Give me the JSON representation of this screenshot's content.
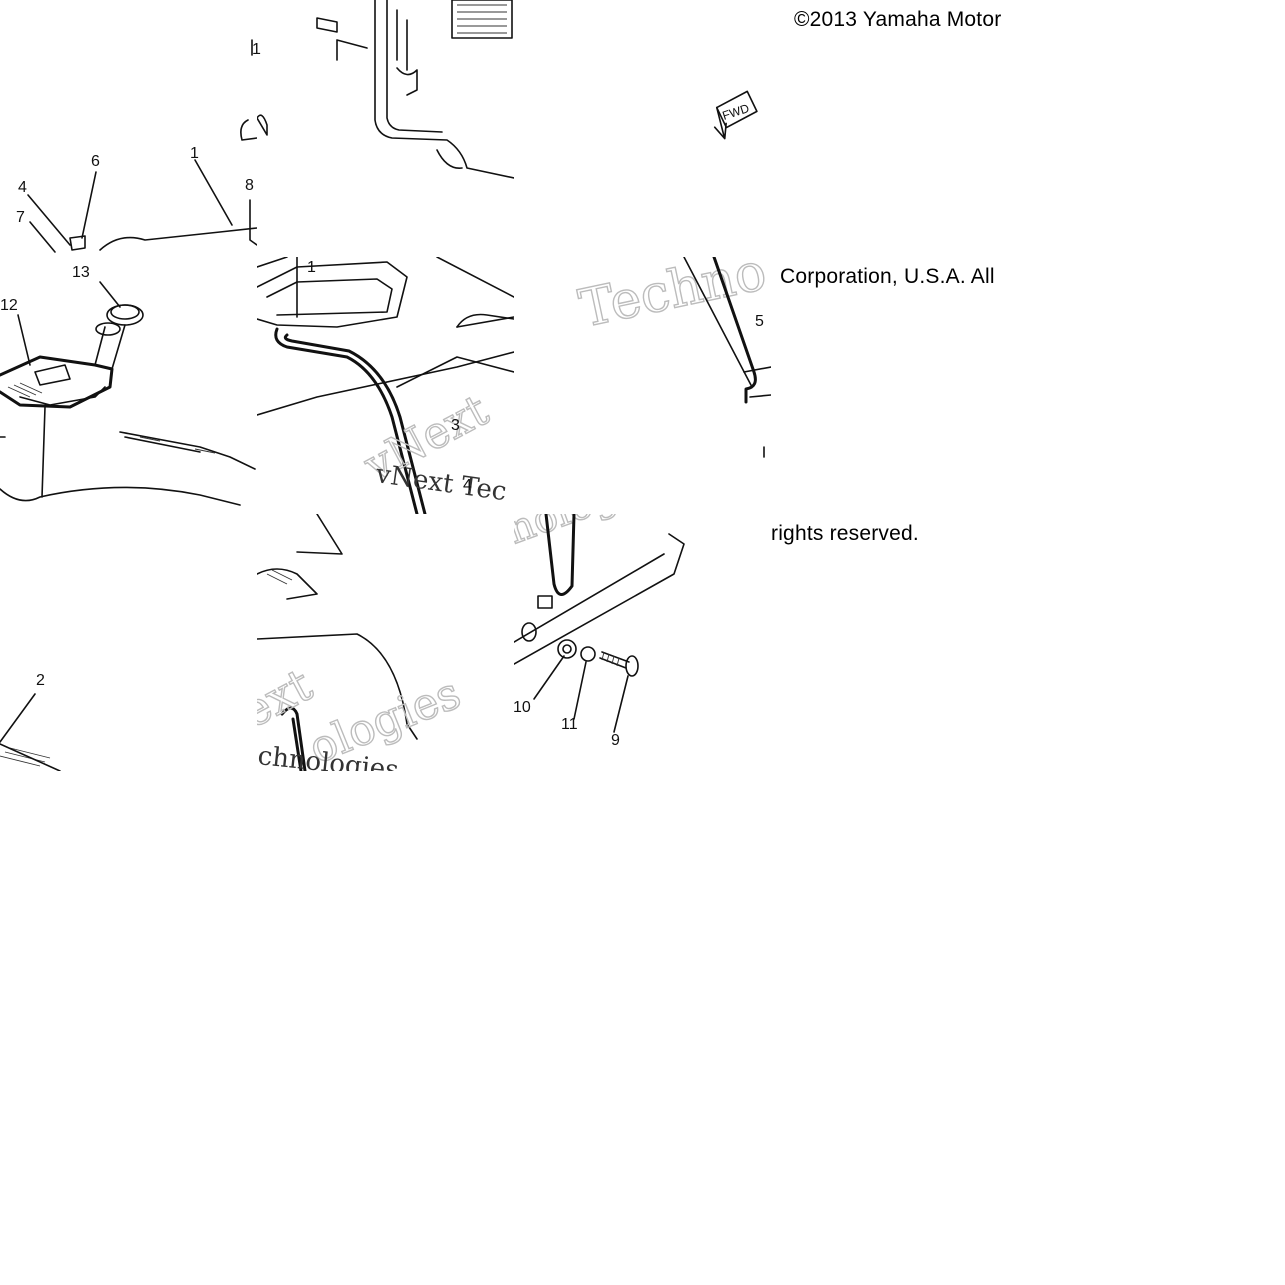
{
  "copyright": {
    "line1": "©2013 Yamaha Motor",
    "line2": "Corporation, U.S.A. All",
    "line3": "rights reserved."
  },
  "fwd_label": "FWD",
  "watermark": {
    "word_a": "Techno",
    "word_b": "vNext",
    "word_c": "Technologies",
    "word_d": "chnologies",
    "word_e": "ologies",
    "word_f": "ext",
    "word_g": "vNext Tec",
    "word_h": "nologies"
  },
  "callouts": {
    "c1a": "1",
    "c1b": "1",
    "c1c": "1",
    "c2": "2",
    "c3": "3",
    "c4a": "4",
    "c4b": "4",
    "c5": "5",
    "c6": "6",
    "c7": "7",
    "c8": "8",
    "c9": "9",
    "c10": "10",
    "c11": "11",
    "c12": "12",
    "c13": "13"
  }
}
